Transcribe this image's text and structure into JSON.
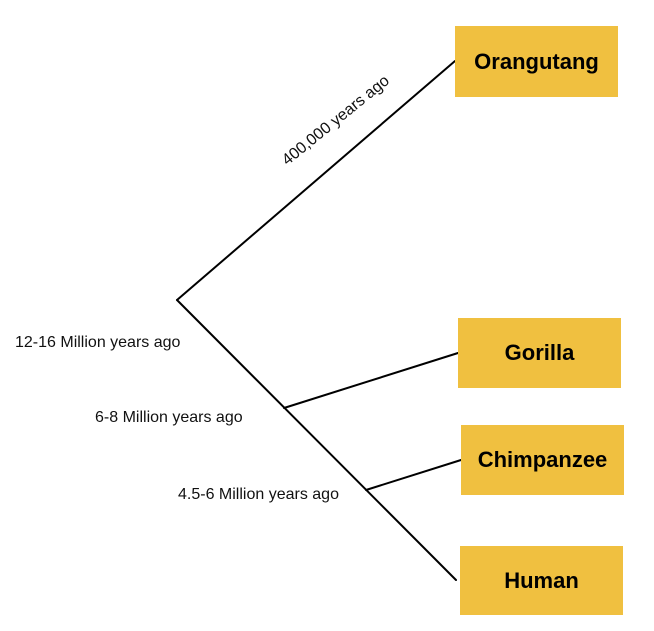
{
  "colors": {
    "box_fill": "#F0C040",
    "line": "#000000"
  },
  "tree": {
    "nodes": [
      {
        "id": "orangutang",
        "label": "Orangutang"
      },
      {
        "id": "gorilla",
        "label": "Gorilla"
      },
      {
        "id": "chimpanzee",
        "label": "Chimpanzee"
      },
      {
        "id": "human",
        "label": "Human"
      }
    ],
    "labels": {
      "orangutang_branch": "400,000 years ago",
      "root_split": "12-16 Million years ago",
      "gorilla_split": "6-8 Million years ago",
      "chimp_split": "4.5-6 Million years ago"
    }
  }
}
